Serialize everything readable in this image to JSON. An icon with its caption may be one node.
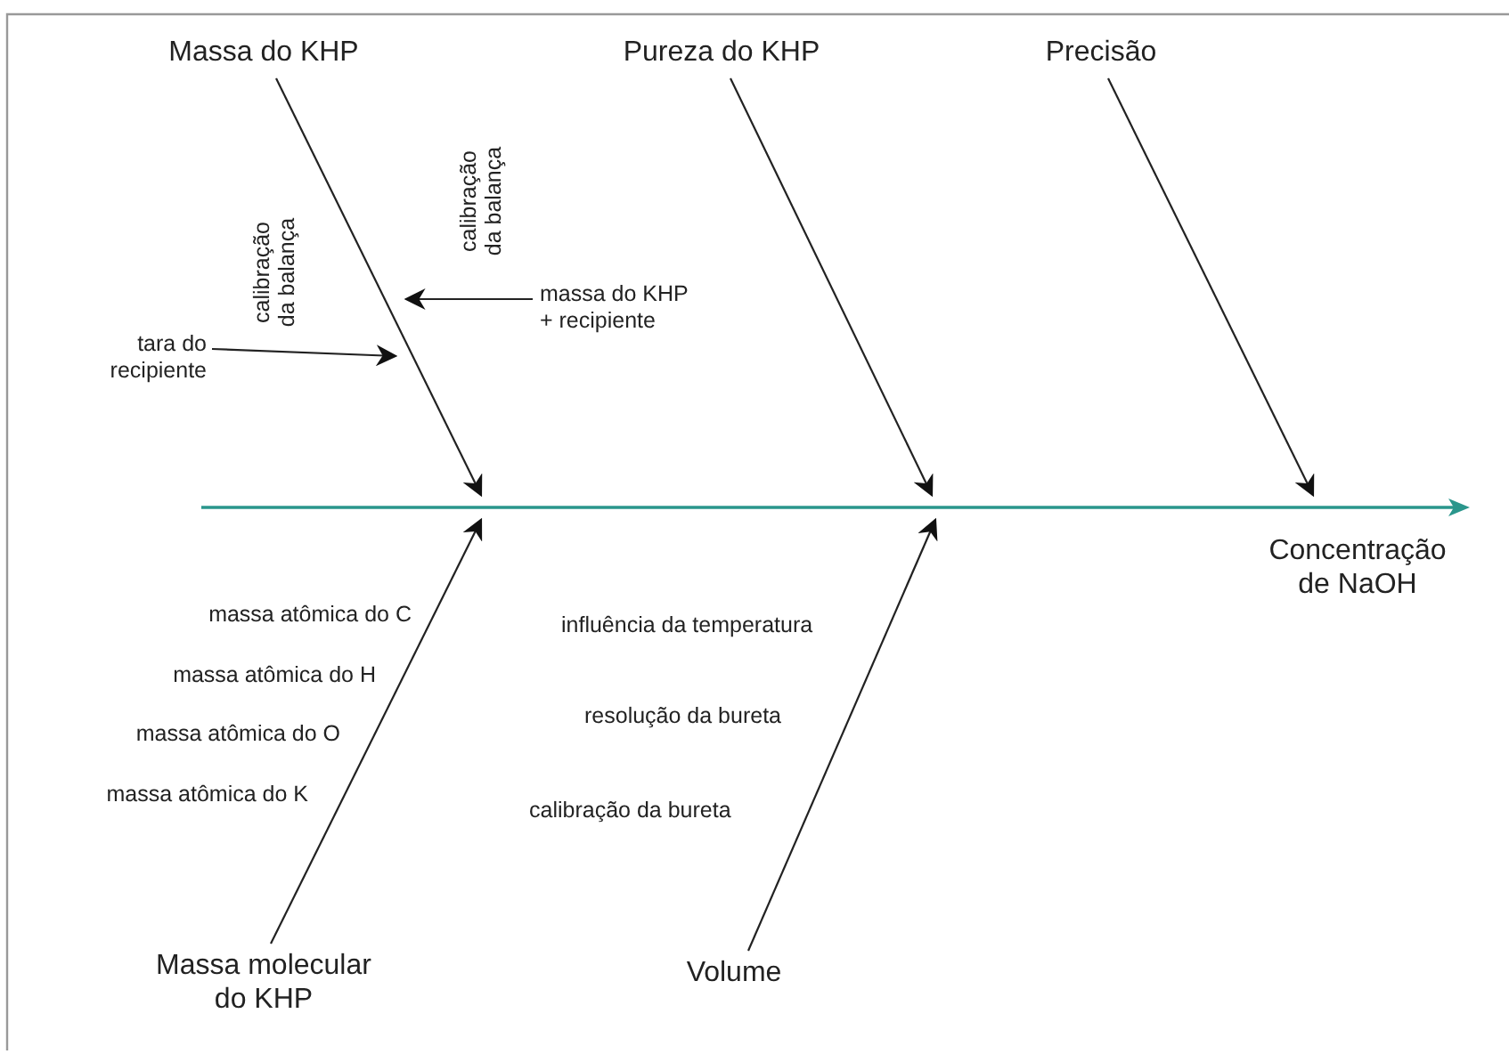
{
  "diagram": {
    "nodes": [
      {
        "text": [
          "Massa do KHP"
        ]
      },
      {
        "text": [
          "Pureza do KHP"
        ]
      },
      {
        "text": [
          "Precisão"
        ]
      },
      {
        "text": [
          "Massa molecular do KHP"
        ]
      },
      {
        "text": [
          "Volume"
        ]
      },
      {
        "text": [
          "tara do recipiente"
        ]
      },
      {
        "text": [
          "massa do KHP + recipiente"
        ]
      },
      {
        "text": [
          "calibração da balança"
        ]
      },
      {
        "text": [
          "calibração da balança"
        ]
      },
      {
        "text": [],
        "shape": "bar",
        "beside": [
          "Concentração de NaOH"
        ]
      }
    ],
    "edges": [
      {
        "from": 0,
        "to": 9,
        "arrow": "to"
      },
      {
        "from": 1,
        "to": 9,
        "arrow": "to"
      },
      {
        "from": 2,
        "to": 9,
        "arrow": "to"
      },
      {
        "from": 3,
        "to": 9,
        "arrow": "to"
      },
      {
        "from": 4,
        "to": 9,
        "arrow": "to"
      },
      {
        "from": 5,
        "to": null,
        "arrow": "to"
      },
      {
        "from": 6,
        "to": null,
        "arrow": "to"
      }
    ],
    "labels": [
      "massa atômica do C",
      "massa atômica do H",
      "massa atômica do O",
      "massa atômica do K",
      "influência da temperatura",
      "resolução da bureta",
      "calibração da bureta"
    ]
  }
}
